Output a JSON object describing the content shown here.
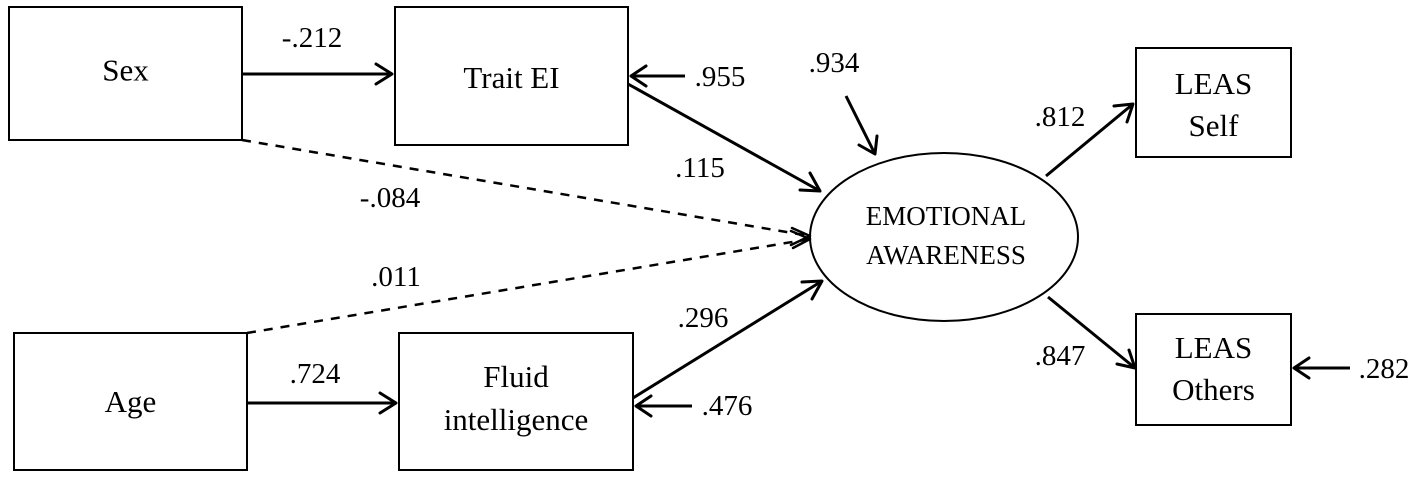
{
  "nodes": {
    "sex": "Sex",
    "age": "Age",
    "trait_ei": "Trait EI",
    "fluid_intelligence": [
      "Fluid",
      "intelligence"
    ],
    "emotional_awareness": [
      "EMOTIONAL",
      "AWARENESS"
    ],
    "leas_self": [
      "LEAS",
      "Self"
    ],
    "leas_others": [
      "LEAS",
      "Others"
    ]
  },
  "coefficients": {
    "sex_to_trait_ei": "-.212",
    "sex_to_awareness": "-.084",
    "age_to_awareness": ".011",
    "age_to_fluid": ".724",
    "trait_ei_to_awareness": ".115",
    "fluid_to_awareness": ".296",
    "awareness_to_leas_self": ".812",
    "awareness_to_leas_others": ".847",
    "trait_ei_error": ".955",
    "fluid_error": ".476",
    "awareness_error": ".934",
    "leas_others_error": ".282"
  }
}
